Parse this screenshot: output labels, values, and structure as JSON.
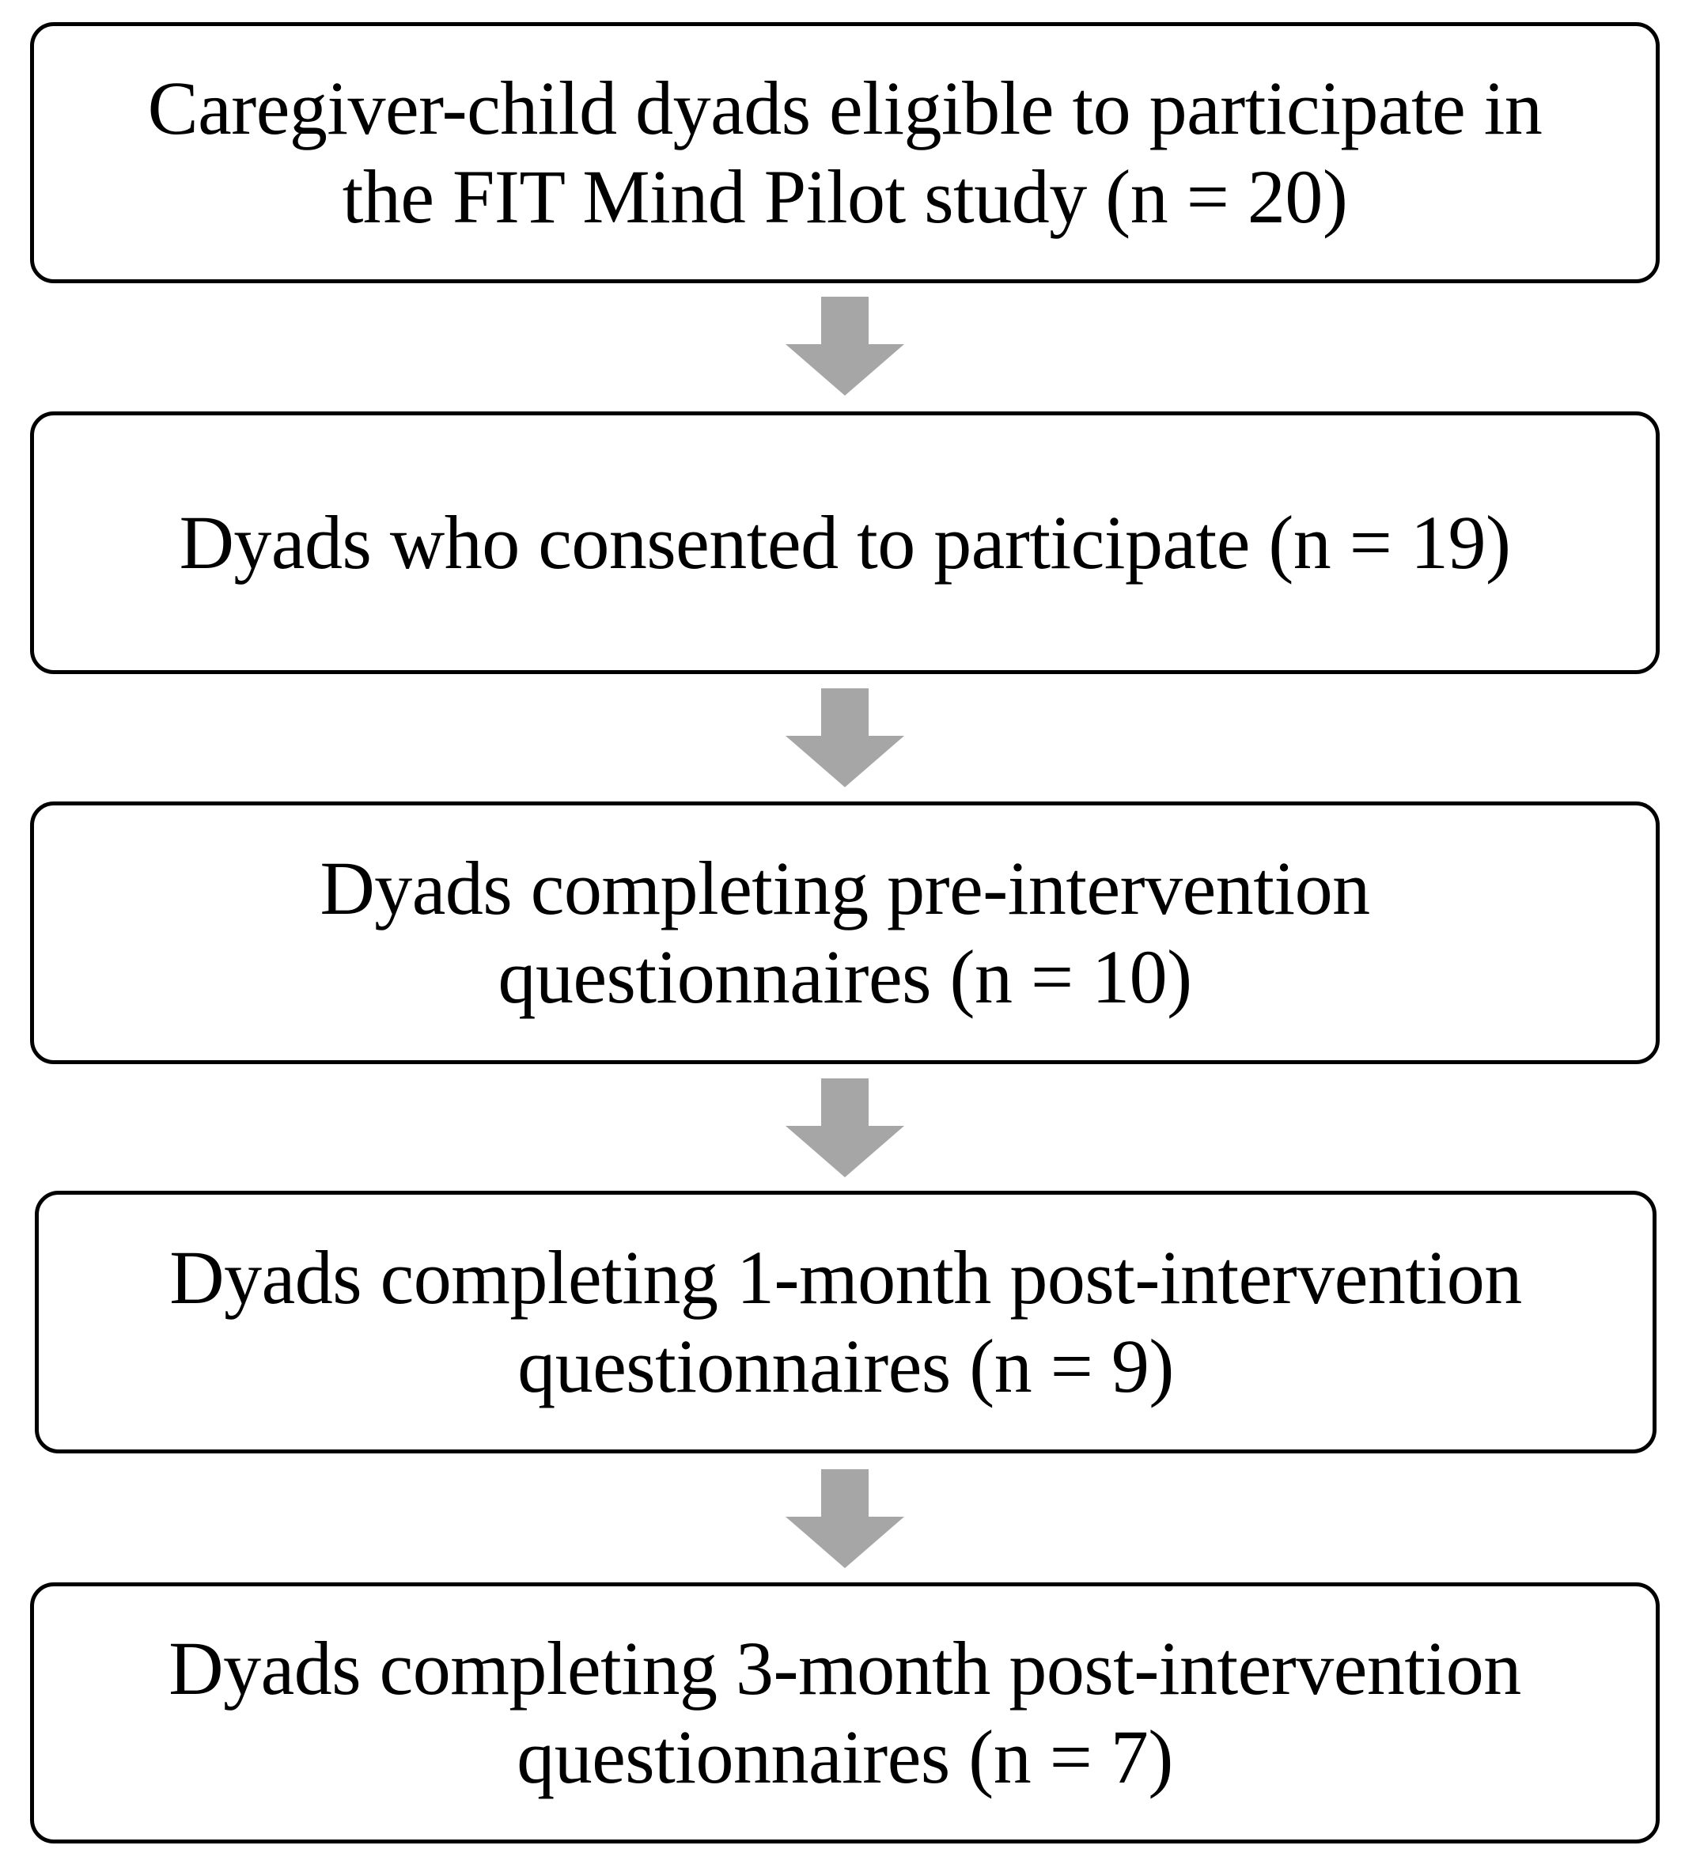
{
  "diagram": {
    "type": "flowchart",
    "arrow_color": "#a6a6a6",
    "border_color": "#000000",
    "steps": [
      {
        "id": "step-1",
        "text": "Caregiver-child dyads eligible to participate in\nthe FIT Mind Pilot study (n = 20)"
      },
      {
        "id": "step-2",
        "text": "Dyads who consented to participate (n = 19)"
      },
      {
        "id": "step-3",
        "text": "Dyads completing pre-intervention\nquestionnaires (n = 10)"
      },
      {
        "id": "step-4",
        "text": "Dyads completing 1-month post-intervention\nquestionnaires (n = 9)"
      },
      {
        "id": "step-5",
        "text": "Dyads completing 3-month post-intervention\nquestionnaires (n = 7)"
      }
    ],
    "edges": [
      {
        "from": "step-1",
        "to": "step-2"
      },
      {
        "from": "step-2",
        "to": "step-3"
      },
      {
        "from": "step-3",
        "to": "step-4"
      },
      {
        "from": "step-4",
        "to": "step-5"
      }
    ]
  }
}
